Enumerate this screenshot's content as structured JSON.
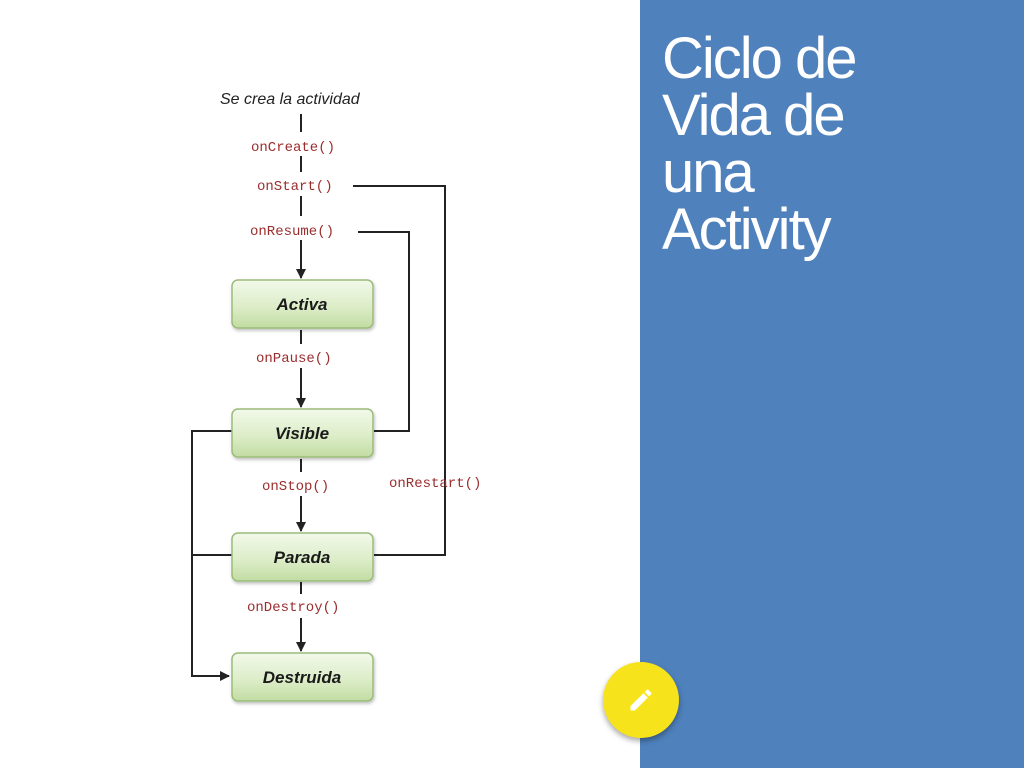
{
  "slide": {
    "title_lines": [
      "Ciclo de",
      "Vida de",
      "una",
      "Activity"
    ]
  },
  "diagram": {
    "start_label": "Se crea la actividad",
    "callbacks": {
      "on_create": "onCreate()",
      "on_start": "onStart()",
      "on_resume": "onResume()",
      "on_pause": "onPause()",
      "on_stop": "onStop()",
      "on_restart": "onRestart()",
      "on_destroy": "onDestroy()"
    },
    "states": {
      "activa": "Activa",
      "visible": "Visible",
      "parada": "Parada",
      "destruida": "Destruida"
    }
  },
  "colors": {
    "panel_blue": "#4f81bd",
    "state_fill_top": "#eef7e4",
    "state_fill_bottom": "#c7e0a8",
    "state_border": "#9bbb7a",
    "callback_text": "#9b2d2d",
    "edit_button": "#f7e31b"
  },
  "icons": {
    "edit": "pencil-icon"
  }
}
